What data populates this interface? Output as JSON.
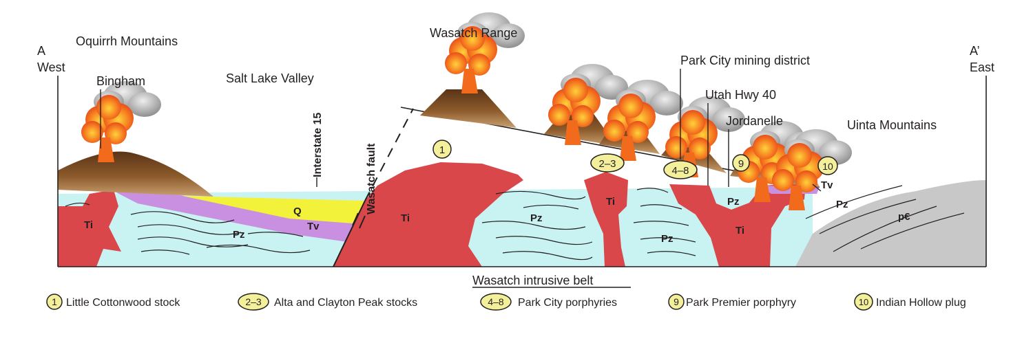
{
  "places": {
    "a_west": [
      "A",
      "West"
    ],
    "a_east": [
      "A’",
      "East"
    ],
    "oquirrh": "Oquirrh Mountains",
    "bingham": "Bingham",
    "salt_lake_valley": "Salt Lake Valley",
    "interstate": "Interstate 15",
    "wasatch_fault": "Wasatch fault",
    "wasatch_range": "Wasatch Range",
    "park_city_district": "Park City mining district",
    "utah_hwy": "Utah Hwy 40",
    "jordanelle": "Jordanelle",
    "uinta": "Uinta Mountains"
  },
  "units": {
    "ti": "Ti",
    "pz": "Pz",
    "q": "Q",
    "tv": "Tv",
    "pc": "p€"
  },
  "markers": [
    "1",
    "2–3",
    "4–8",
    "9",
    "10"
  ],
  "belt_title": "Wasatch intrusive belt",
  "legend": [
    {
      "key": "1",
      "label": "Little Cottonwood stock"
    },
    {
      "key": "2–3",
      "label": "Alta and Clayton Peak stocks"
    },
    {
      "key": "4–8",
      "label": "Park City porphyries"
    },
    {
      "key": "9",
      "label": "Park Premier porphyry"
    },
    {
      "key": "10",
      "label": "Indian Hollow plug"
    }
  ],
  "colors": {
    "intrusive_ti": "#d9474b",
    "paleozoic_pz": "#c9f2f2",
    "quaternary_q": "#f2f23a",
    "volcanic_tv": "#c98fe0",
    "precambrian_pc": "#c9c8c8",
    "volcano_brown": "#8c5a2b",
    "eruption_orange": "#f26a1b",
    "legend_fill": "#f3ef9a"
  }
}
